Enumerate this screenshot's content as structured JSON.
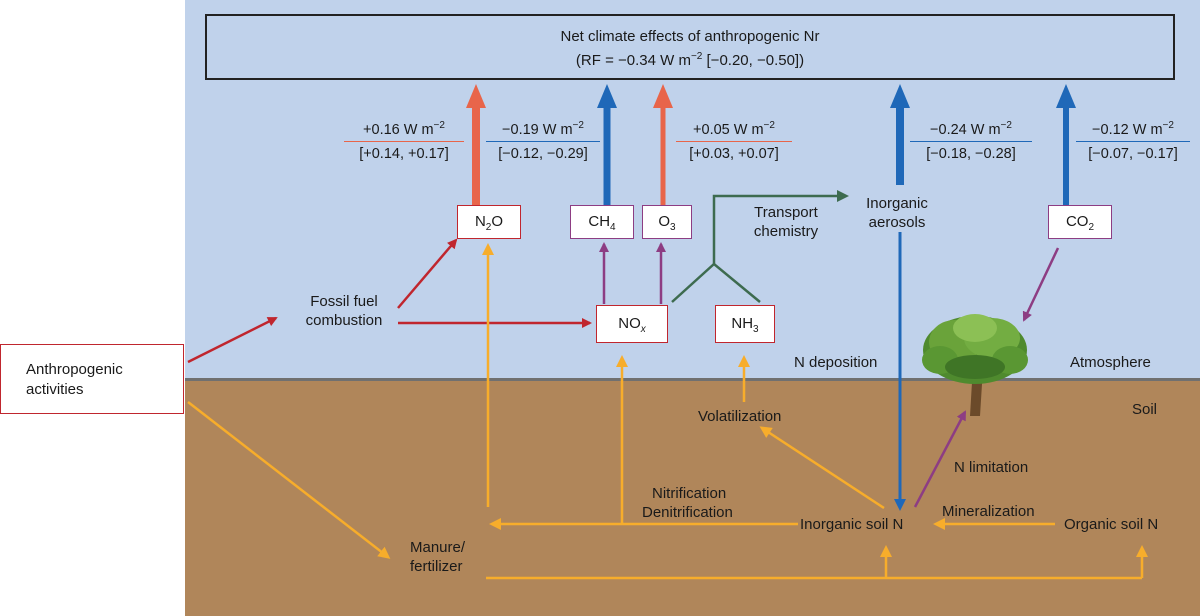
{
  "header": {
    "title": "Net climate effects of anthropogenic Nr",
    "rf_prefix": "(RF = −0.34 W m",
    "rf_sup": "−2",
    "rf_suffix": " [−0.20, −0.50])"
  },
  "forcings": {
    "n2o": {
      "value": "+0.16 W m",
      "sup": "−2",
      "range": "[+0.14, +0.17]"
    },
    "ch4": {
      "value": "−0.19 W m",
      "sup": "−2",
      "range": "[−0.12, −0.29]"
    },
    "o3": {
      "value": "+0.05 W m",
      "sup": "−2",
      "range": "[+0.03, +0.07]"
    },
    "aerosols": {
      "value": "−0.24 W m",
      "sup": "−2",
      "range": "[−0.18, −0.28]"
    },
    "co2": {
      "value": "−0.12 W m",
      "sup": "−2",
      "range": "[−0.07, −0.17]"
    }
  },
  "nodes": {
    "n2o": {
      "main": "N",
      "sub": "2",
      "tail": "O"
    },
    "ch4": {
      "main": "CH",
      "sub": "4"
    },
    "o3": {
      "main": "O",
      "sub": "3"
    },
    "nox": {
      "main": "NO",
      "sub": "x"
    },
    "nh3": {
      "main": "NH",
      "sub": "3"
    },
    "co2": {
      "main": "CO",
      "sub": "2"
    },
    "anthropogenic": "Anthropogenic activities",
    "fossil_fuel": "Fossil fuel combustion",
    "transport": "Transport chemistry",
    "inorganic_aerosols": "Inorganic aerosols",
    "n_deposition": "N deposition",
    "atmosphere": "Atmosphere",
    "soil": "Soil",
    "volatilization": "Volatilization",
    "n_limitation": "N limitation",
    "nitrification": "Nitrification",
    "denitrification": "Denitrification",
    "mineralization": "Mineralization",
    "inorganic_soil_n": "Inorganic soil N",
    "organic_soil_n": "Organic soil N",
    "manure_fertilizer": "Manure/ fertilizer"
  },
  "colors": {
    "sky": "#c0d2eb",
    "soil": "#b0865a",
    "warming_arrow": "#e8654a",
    "cooling_arrow": "#1f68b8",
    "emission_arrow": "#c0262e",
    "chemistry_arrow": "#8d3d83",
    "transport_arrow": "#3d6b4f",
    "soil_flow_arrow": "#f7ad2b"
  }
}
